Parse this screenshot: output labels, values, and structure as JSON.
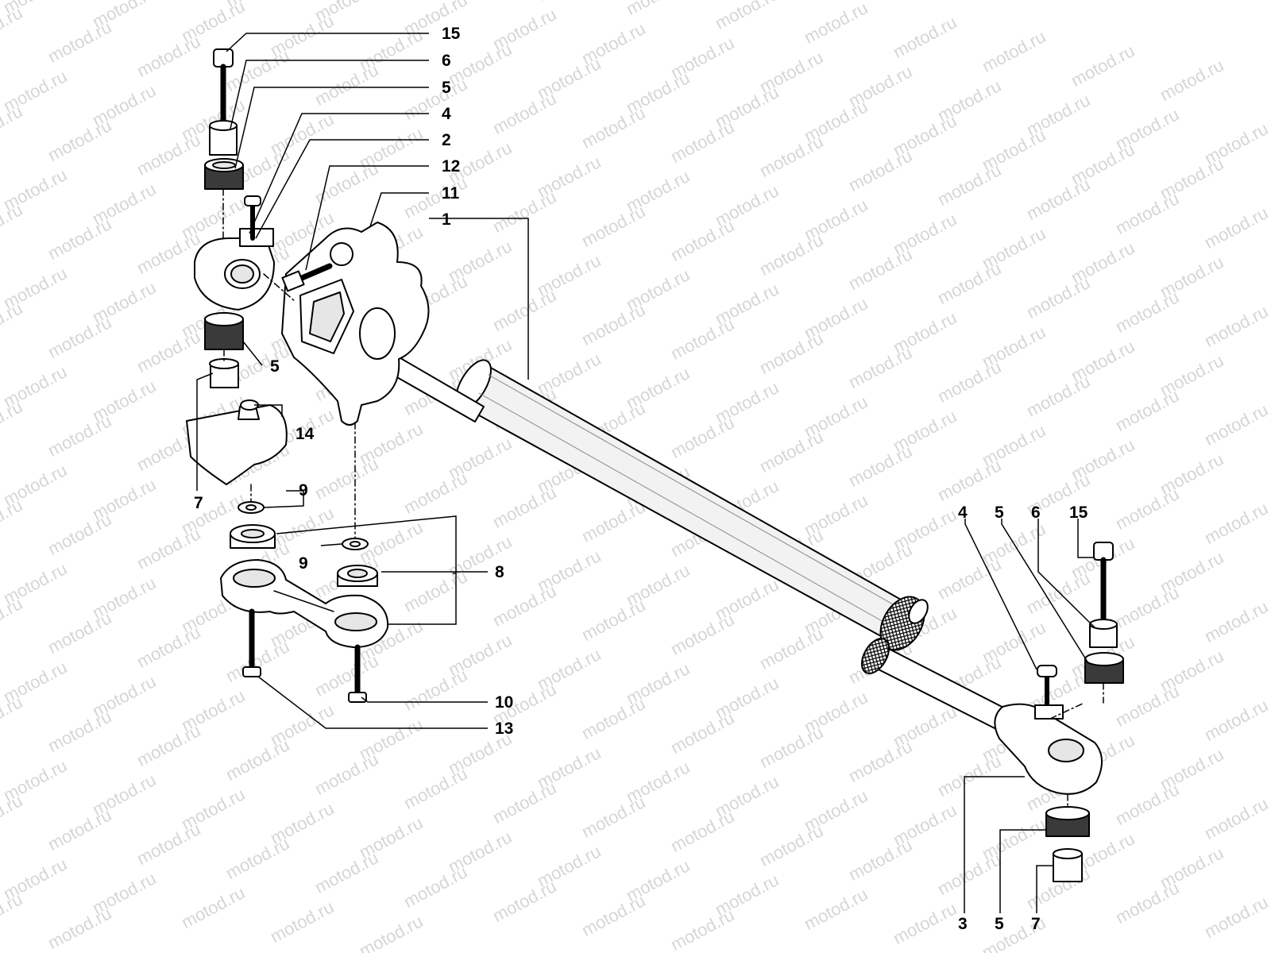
{
  "watermark": "motod.ru",
  "colors": {
    "line": "#000000",
    "fill": "#ffffff",
    "shade": "#e6e6e6",
    "watermark": "#d6d6d6"
  },
  "callouts": [
    {
      "id": "c15a",
      "text": "15"
    },
    {
      "id": "c6a",
      "text": "6"
    },
    {
      "id": "c5a",
      "text": "5"
    },
    {
      "id": "c4a",
      "text": "4"
    },
    {
      "id": "c2",
      "text": "2"
    },
    {
      "id": "c12",
      "text": "12"
    },
    {
      "id": "c11",
      "text": "11"
    },
    {
      "id": "c1",
      "text": "1"
    },
    {
      "id": "c5b",
      "text": "5"
    },
    {
      "id": "c14",
      "text": "14"
    },
    {
      "id": "c7a",
      "text": "7"
    },
    {
      "id": "c9a",
      "text": "9"
    },
    {
      "id": "c9b",
      "text": "9"
    },
    {
      "id": "c8",
      "text": "8"
    },
    {
      "id": "c10",
      "text": "10"
    },
    {
      "id": "c13",
      "text": "13"
    },
    {
      "id": "c4b",
      "text": "4"
    },
    {
      "id": "c5c",
      "text": "5"
    },
    {
      "id": "c6b",
      "text": "6"
    },
    {
      "id": "c15b",
      "text": "15"
    },
    {
      "id": "c3",
      "text": "3"
    },
    {
      "id": "c5d",
      "text": "5"
    },
    {
      "id": "c7b",
      "text": "7"
    }
  ]
}
